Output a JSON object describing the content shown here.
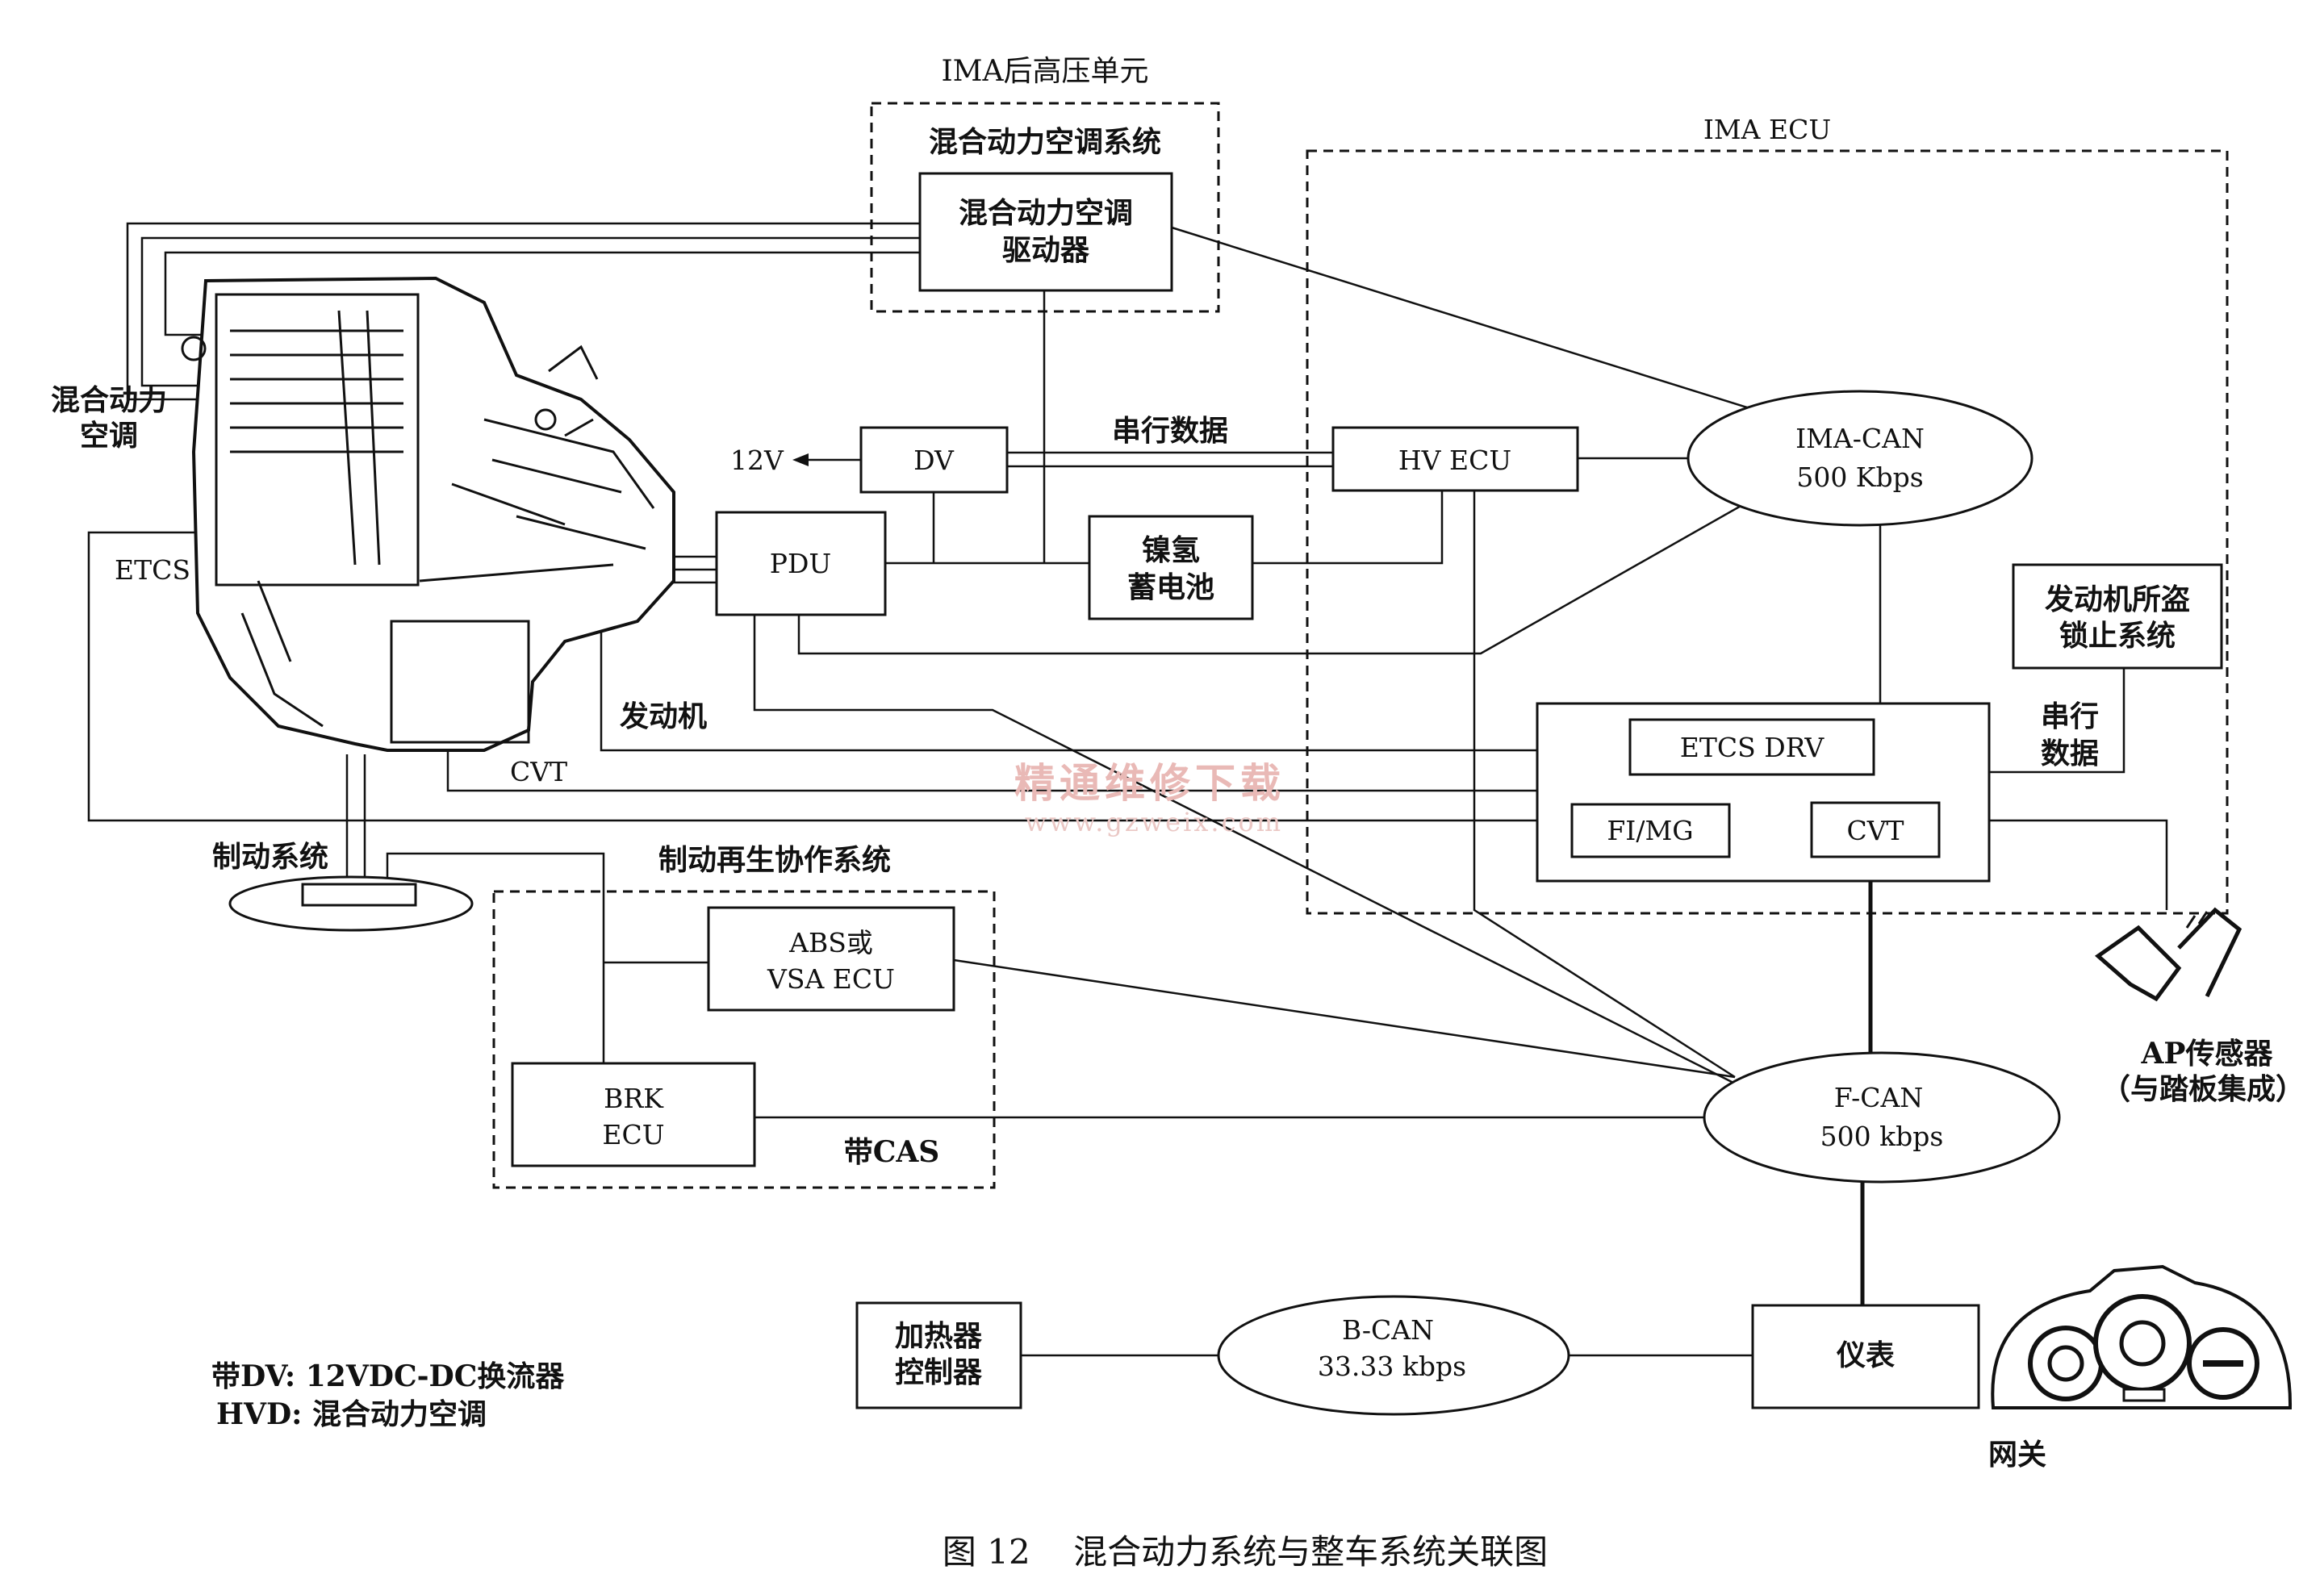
{
  "groups": {
    "ima_hv_unit": "IMA后高压单元",
    "hybrid_ac_system": "混合动力空调系统",
    "ima_ecu": "IMA ECU",
    "brake_regen": "制动再生协作系统",
    "with_cas": "带CAS"
  },
  "nodes": {
    "ac_driver_l1": "混合动力空调",
    "ac_driver_l2": "驱动器",
    "dv": "DV",
    "hv_ecu": "HV ECU",
    "pdu": "PDU",
    "battery_l1": "镍氢",
    "battery_l2": "蓄电池",
    "ima_can_l1": "IMA-CAN",
    "ima_can_l2": "500 Kbps",
    "immobilizer_l1": "发动机所盗",
    "immobilizer_l2": "锁止系统",
    "etcs_drv": "ETCS DRV",
    "fimg": "FI/MG",
    "cvt_box": "CVT",
    "abs_l1": "ABS或",
    "abs_l2": "VSA ECU",
    "brk_l1": "BRK",
    "brk_l2": "ECU",
    "fcan_l1": "F-CAN",
    "fcan_l2": "500 kbps",
    "heater_l1": "加热器",
    "heater_l2": "控制器",
    "bcan_l1": "B-CAN",
    "bcan_l2": "33.33 kbps",
    "meter": "仪表"
  },
  "labels": {
    "hybrid_ac_l1": "混合动力",
    "hybrid_ac_l2": "空调",
    "etcs": "ETCS",
    "v12": "12V",
    "serial_data": "串行数据",
    "engine": "发动机",
    "cvt_line": "CVT",
    "brake_system": "制动系统",
    "serial_l1": "串行",
    "serial_l2": "数据",
    "ap_l1": "AP传感器",
    "ap_l2": "（与踏板集成）",
    "gateway": "网关"
  },
  "legend": {
    "dv": "带DV: 12VDC-DC换流器",
    "hvd": "HVD: 混合动力空调"
  },
  "watermark": {
    "cn": "精通维修下载",
    "url": "www.gzweix.com"
  },
  "caption": "图 12    混合动力系统与整车系统关联图"
}
